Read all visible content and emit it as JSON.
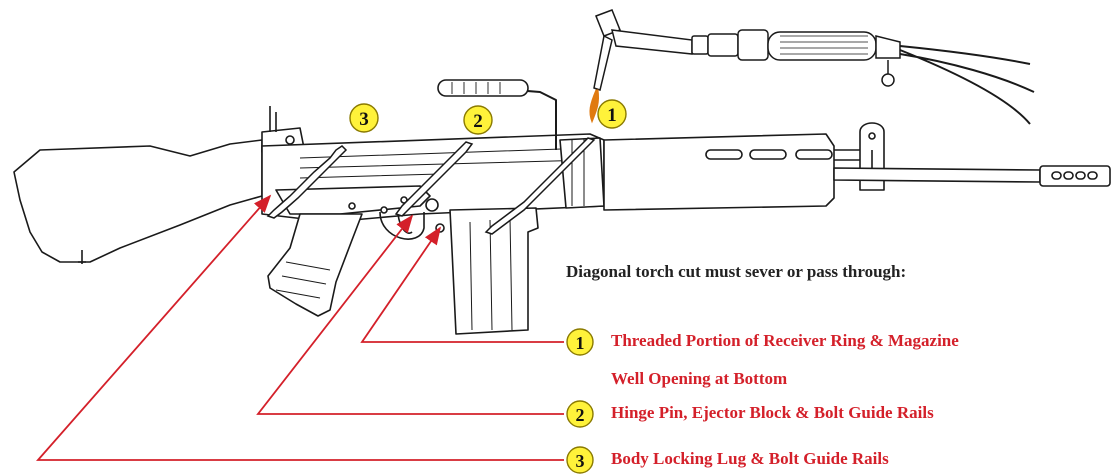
{
  "diagram": {
    "heading": "Diagonal torch cut must sever or pass through:",
    "cut_badges": [
      "3",
      "2",
      "1"
    ],
    "legend": [
      {
        "number": "1",
        "lines": [
          "Threaded Portion of Receiver Ring & Magazine",
          "Well Opening at Bottom"
        ]
      },
      {
        "number": "2",
        "lines": [
          "Hinge Pin, Ejector Block & Bolt Guide Rails"
        ]
      },
      {
        "number": "3",
        "lines": [
          "Body Locking Lug & Bolt Guide Rails"
        ]
      }
    ],
    "colors": {
      "label_text": "#d4202a",
      "leader_line": "#d4202a",
      "badge_fill": "#fff23a",
      "badge_stroke": "#8a7a00",
      "heading_text": "#222222",
      "line_art": "#1a1a1a",
      "flame": "#e07a10"
    },
    "icons": [
      "rifle-drawing",
      "cutting-torch-icon",
      "carry-handle",
      "magazine"
    ]
  }
}
